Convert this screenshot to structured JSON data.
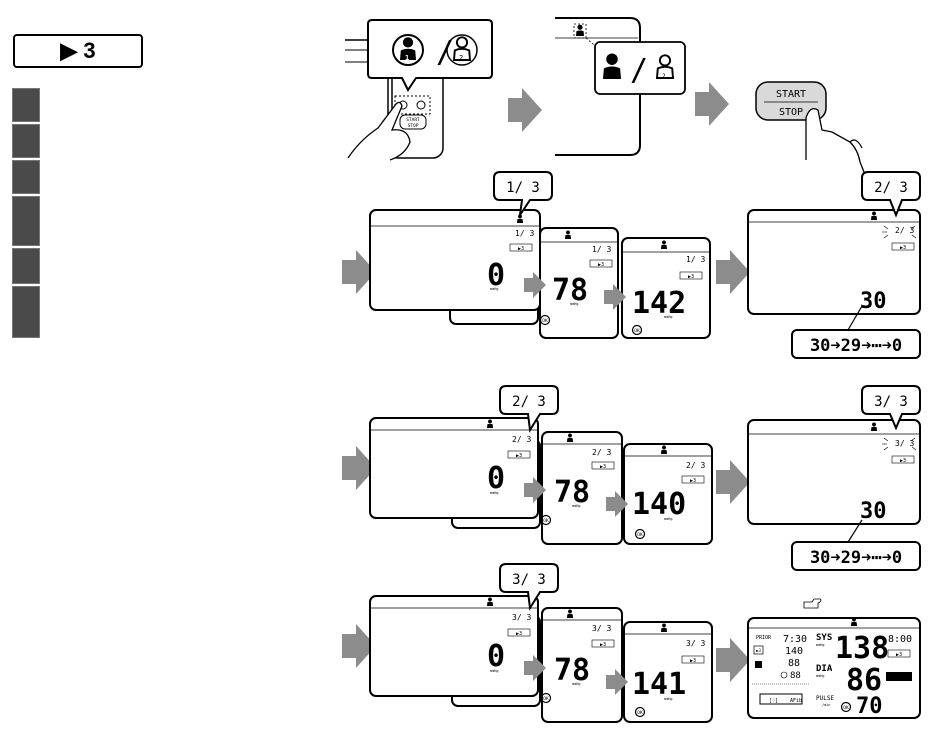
{
  "mode_badge": {
    "icon": "play-icon",
    "label": "▶ 3"
  },
  "user_bubble": {
    "separator": "/"
  },
  "button": {
    "start": "START",
    "stop": "STOP"
  },
  "counter": {
    "1": "1/ 3",
    "2": "2/ 3",
    "3": "3/ 3"
  },
  "small_counter": {
    "1": "1/ 3",
    "2": "2/ 3",
    "3": "3/ 3"
  },
  "mode_mini": "▶3",
  "unit": "mmHg",
  "readings": {
    "zero": "0",
    "pressure": "78"
  },
  "results": {
    "set1": "142",
    "set2": "140",
    "set3": "141"
  },
  "countdown": {
    "start": "30",
    "sequence": "30➜29➜⋯➜0"
  },
  "final_display": {
    "prior_label": "PRIOR",
    "prior_time": "7:30",
    "prior_sys": "140",
    "prior_dia": "88",
    "prior_pulse": "88",
    "sys_label": "SYS",
    "sys_value": "138",
    "dia_label": "DIA",
    "dia_value": "86",
    "pulse_label": "PULSE",
    "pulse_unit": "/min",
    "pulse_value": "70",
    "time": "8:00",
    "afib_label": "AFib"
  },
  "colors": {
    "arrow": "#8c8c8c",
    "side_tab": "#4a4a4a",
    "button_fill": "#d9d9d9"
  }
}
